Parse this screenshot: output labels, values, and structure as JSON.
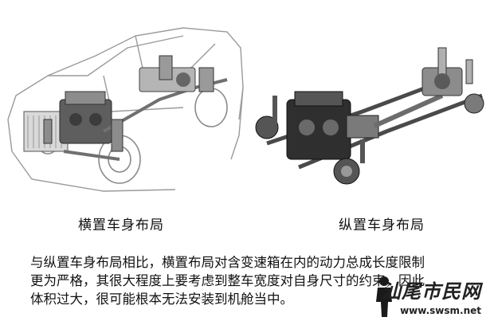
{
  "captions": {
    "left": "横置车身布局",
    "right": "纵置车身布局"
  },
  "paragraph": {
    "lines": [
      "与纵置车身布局相比，横置布局对含变速箱在内的动力总成长度限制",
      "更为严格，其很大程度上要考虑到整车宽度对自身尺寸的约束，因此",
      "体积过大，很可能根本无法安装到机舱当中。"
    ]
  },
  "watermark": {
    "main": "汕尾市民网",
    "url": "www.swsm.net"
  },
  "colors": {
    "outline": "#8a8a8a",
    "metal": "#6f6f6f",
    "dark": "#2a2a2a"
  }
}
